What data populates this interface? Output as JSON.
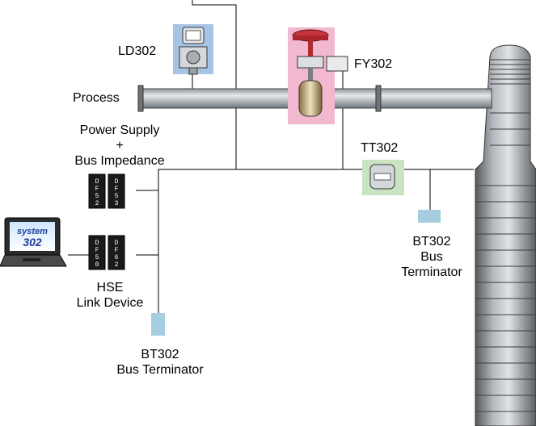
{
  "labels": {
    "ld302": "LD302",
    "fy302": "FY302",
    "tt302": "TT302",
    "process": "Process",
    "power_supply": [
      "Power Supply",
      "+",
      "Bus Impedance"
    ],
    "hse": [
      "HSE",
      "Link Device"
    ],
    "bt302_bottom": [
      "BT302",
      "Bus Terminator"
    ],
    "bt302_right": [
      "BT302",
      "Bus",
      "Terminator"
    ]
  },
  "modules": {
    "df52": [
      "DF52",
      "DF53"
    ],
    "df50": [
      "DF50",
      "DF62"
    ]
  },
  "laptop": {
    "brand_top": "system",
    "brand_bottom": "302"
  },
  "colors": {
    "pipe": "#c8cdd2",
    "tank": "#7b7f83",
    "ld_box": "#a8c4e4",
    "fy_box": "#f2b8cf",
    "tt_box": "#c9e3c3",
    "terminator": "#a6cde0",
    "module": "#1a1a1a"
  }
}
